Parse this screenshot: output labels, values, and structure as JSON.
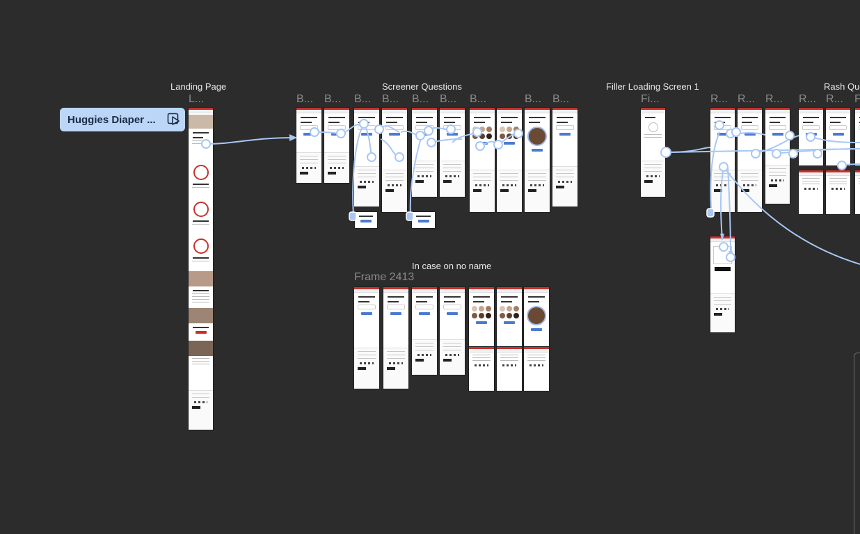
{
  "sections": {
    "landing": "Landing Page",
    "screener": "Screener Questions",
    "filler": "Filler Loading Screen 1",
    "rash": "Rash Que",
    "no_name": "In case on no name"
  },
  "frame_names": {
    "landing": "L...",
    "screener": [
      "B...",
      "B...",
      "B...",
      "B...",
      "B...",
      "B...",
      "B...",
      "B...",
      "B..."
    ],
    "filler": "Fi...",
    "rash": [
      "R...",
      "R...",
      "R...",
      "R...",
      "R...",
      "F"
    ],
    "frame_2413": "Frame 2413"
  },
  "flow": {
    "label": "Huggies Diaper ...",
    "play_icon": "play-flow-icon"
  },
  "colors": {
    "canvas": "#2c2c2c",
    "connector": "#a8c7f5",
    "flow_pill": "#bcd6f7",
    "brand_bar": "#c9312c"
  }
}
